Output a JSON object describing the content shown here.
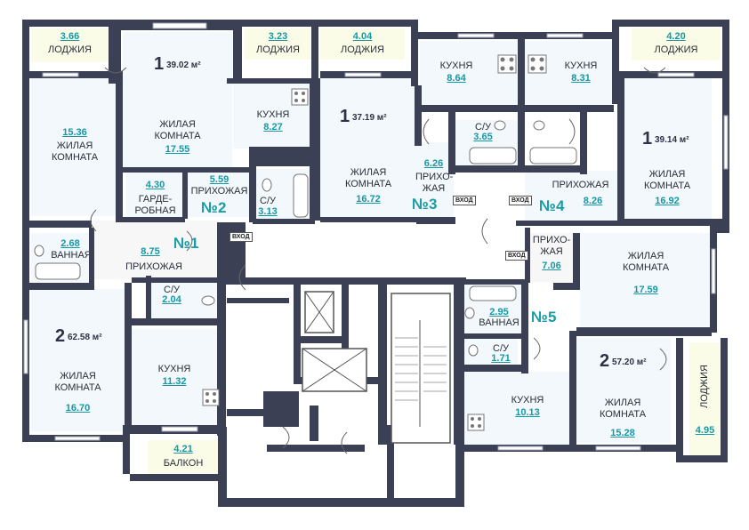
{
  "colors": {
    "wall": "#3b4055",
    "area": "#1798a5",
    "label": "#2a2e3a",
    "room": "#eef7fb",
    "loggia": "#fbfce7"
  },
  "apartments": {
    "n1": {
      "number": "№1",
      "rooms": "2",
      "total": "62.58 м²"
    },
    "n2": {
      "number": "№2",
      "rooms": "1",
      "total": "39.02 м²"
    },
    "n3": {
      "number": "№3",
      "rooms": "1",
      "total": "37.19 м²"
    },
    "n4": {
      "number": "№4",
      "rooms": "1",
      "total": "39.14 м²"
    },
    "n5": {
      "number": "№5",
      "rooms": "2",
      "total": "57.20 м²"
    }
  },
  "rooms": {
    "loggia_a": {
      "label": "ЛОДЖИЯ",
      "area": "3.66"
    },
    "living_a": {
      "label": "ЖИЛАЯ КОМНАТА",
      "area": "15.36"
    },
    "living_b": {
      "label": "ЖИЛАЯ КОМНАТА",
      "area": "17.55"
    },
    "wardrobe": {
      "label": "ГАРДЕ-РОБНАЯ",
      "area": "4.30"
    },
    "hall_n2": {
      "label": "ПРИХОЖАЯ",
      "area": "5.59"
    },
    "loggia_b": {
      "label": "ЛОДЖИЯ",
      "area": "3.23"
    },
    "kitchen_b": {
      "label": "КУХНЯ",
      "area": "8.27"
    },
    "wc_b": {
      "label": "С/У",
      "area": "3.13"
    },
    "loggia_c": {
      "label": "ЛОДЖИЯ",
      "area": "4.04"
    },
    "living_c": {
      "label": "ЖИЛАЯ КОМНАТА",
      "area": "16.72"
    },
    "kitchen_c": {
      "label": "КУХНЯ",
      "area": "8.64"
    },
    "wc_c": {
      "label": "С/У",
      "area": "3.65"
    },
    "hall_n3": {
      "label": "ПРИХО-ЖАЯ",
      "area": "6.26"
    },
    "kitchen_d": {
      "label": "КУХНЯ",
      "area": "8.31"
    },
    "hall_n4": {
      "label": "ПРИХОЖАЯ",
      "area": "8.26"
    },
    "loggia_d": {
      "label": "ЛОДЖИЯ",
      "area": "4.20"
    },
    "living_d": {
      "label": "ЖИЛАЯ КОМНАТА",
      "area": "16.92"
    },
    "bath_a": {
      "label": "ВАННАЯ",
      "area": "2.68"
    },
    "hall_n1": {
      "label": "ПРИХОЖАЯ",
      "area": "8.75"
    },
    "wc_a": {
      "label": "С/У",
      "area": "2.04"
    },
    "living_e": {
      "label": "ЖИЛАЯ КОМНАТА",
      "area": "16.70"
    },
    "kitchen_e": {
      "label": "КУХНЯ",
      "area": "11.32"
    },
    "balcony": {
      "label": "БАЛКОН",
      "area": "4.21"
    },
    "hall_n5": {
      "label": "ПРИХО-ЖАЯ",
      "area": "7.06"
    },
    "living_f": {
      "label": "ЖИЛАЯ КОМНАТА",
      "area": "17.59"
    },
    "bath_f": {
      "label": "ВАННАЯ",
      "area": "2.95"
    },
    "wc_f": {
      "label": "С/У",
      "area": "1.71"
    },
    "kitchen_f": {
      "label": "КУХНЯ",
      "area": "10.13"
    },
    "living_g": {
      "label": "ЖИЛАЯ КОМНАТА",
      "area": "15.28"
    },
    "loggia_g": {
      "label": "ЛОДЖИЯ",
      "area": "4.95"
    }
  },
  "entrances": {
    "label": "ВХОД"
  }
}
